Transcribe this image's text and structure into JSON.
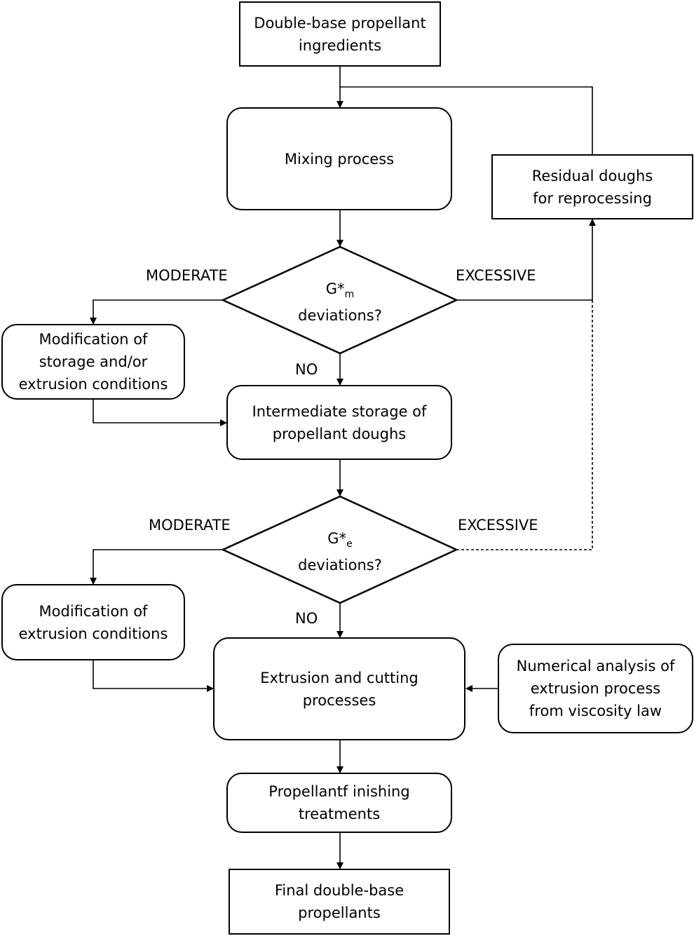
{
  "nodes": {
    "ingredients": "Double-base propellant\ningredients",
    "mixing": "Mixing process",
    "residual": "Residual doughs\nfor reprocessing",
    "decision1_symbol": "G*",
    "decision1_sub": "m",
    "decision1_text": "deviations?",
    "mod_storage": "Modification of\nstorage and/or\nextrusion conditions",
    "intermediate": "Intermediate storage of\npropellant doughs",
    "decision2_symbol": "G*",
    "decision2_sub": "e",
    "decision2_text": "deviations?",
    "mod_extrusion": "Modification of\nextrusion conditions",
    "extrusion": "Extrusion and cutting\nprocesses",
    "numerical": "Numerical analysis of\nextrusion process\nfrom viscosity law",
    "finishing": "Propellantf inishing\ntreatments",
    "final": "Final double-base\npropellants"
  },
  "labels": {
    "moderate_1": "MODERATE",
    "excessive_1": "EXCESSIVE",
    "no_1": "NO",
    "moderate_2": "MODERATE",
    "excessive_2": "EXCESSIVE",
    "no_2": "NO"
  }
}
